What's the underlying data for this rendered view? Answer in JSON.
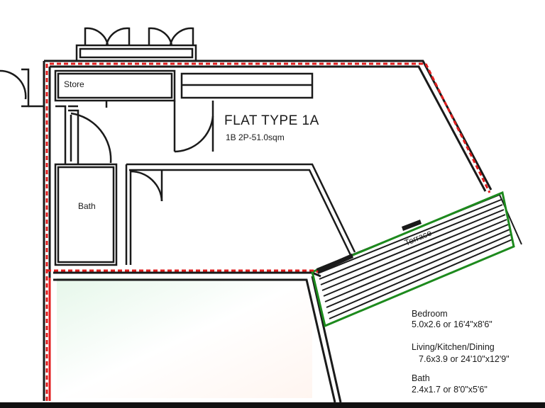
{
  "plan": {
    "title": "FLAT TYPE 1A",
    "subtitle": "1B 2P-51.0sqm",
    "rooms": {
      "store": "Store",
      "bath": "Bath",
      "terrace": "Terrace"
    },
    "schedule": [
      {
        "name": "Bedroom",
        "dims": "5.0x2.6 or 16'4\"x8'6\""
      },
      {
        "name": "Living/Kitchen/Dining",
        "dims": "7.6x3.9 or 24'10\"x12'9\""
      },
      {
        "name": "Bath",
        "dims": "2.4x1.7 or 8'0\"x5'6\""
      }
    ]
  },
  "colors": {
    "wall": "#1a1a1a",
    "flat_boundary": "#e01b1b",
    "terrace_boundary": "#1d8a1d"
  }
}
